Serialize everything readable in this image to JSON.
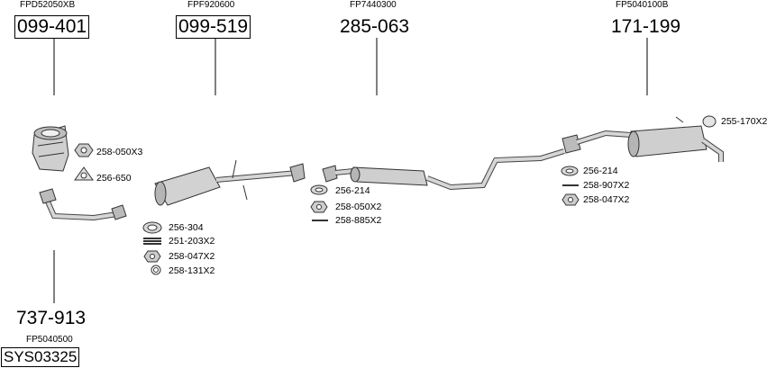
{
  "groups": [
    {
      "ref": "FPD52050XB",
      "number": "099-401"
    },
    {
      "ref": "FPF920600",
      "number": "099-519"
    },
    {
      "ref": "FP7440300",
      "number": "285-063"
    },
    {
      "ref": "FP5040100B",
      "number": "171-199"
    },
    {
      "ref": "FP5040500",
      "number": "737-913"
    }
  ],
  "system_code": "SYS03325",
  "parts": [
    "258-050X3",
    "256-650",
    "256-304",
    "251-203X2",
    "258-047X2",
    "258-131X2",
    "256-214",
    "258-050X2",
    "258-885X2",
    "255-170X2",
    "256-214",
    "258-907X2",
    "258-047X2"
  ]
}
